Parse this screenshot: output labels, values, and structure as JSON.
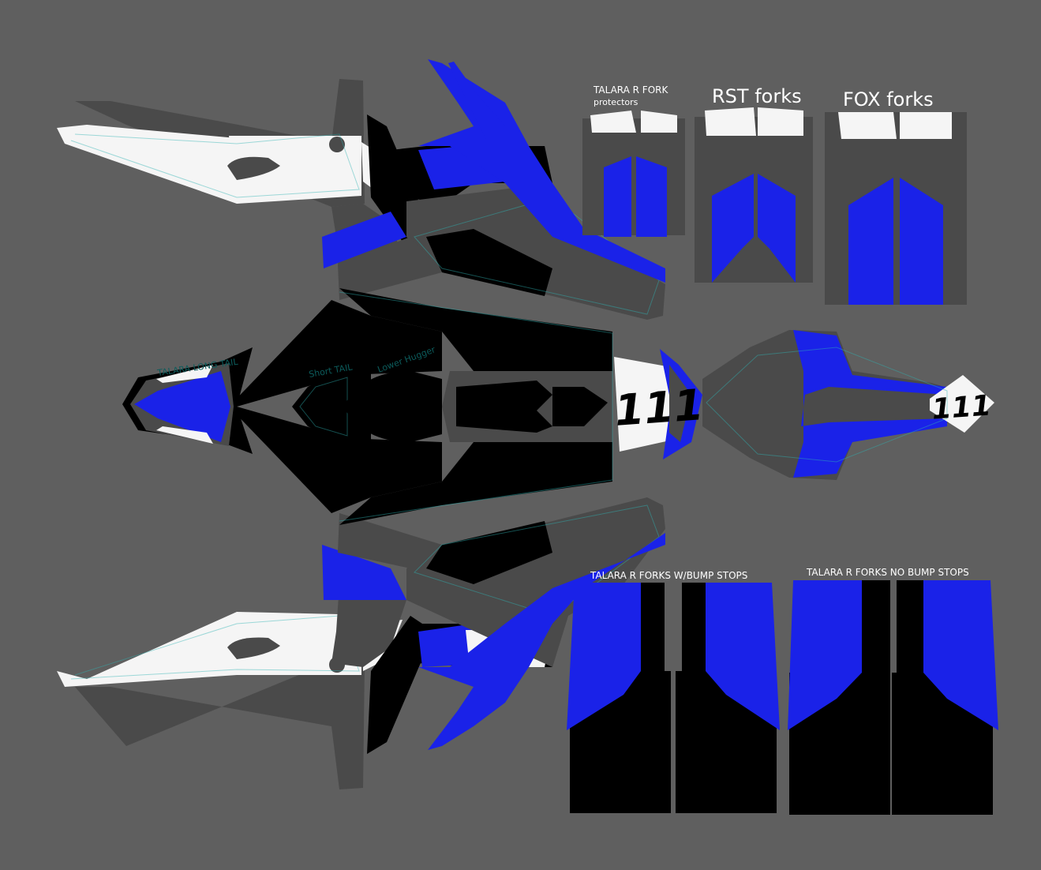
{
  "colors": {
    "background": "#5f5f5f",
    "panel_gray": "#4a4a4a",
    "blue": "#1a22e8",
    "white": "#f5f5f5",
    "black": "#000000",
    "cut_line": "#2fb3b3"
  },
  "labels": {
    "talara_r_fork_line1": "TALARA R FORK",
    "talara_r_fork_line2": "protectors",
    "rst_forks": "RST forks",
    "fox_forks": "FOX forks",
    "talara_long_tail": "TALARA LONG TAIL",
    "short_tail": "Short TAIL",
    "lower_hugger": "Lower Hugger",
    "talara_forks_bump": "TALARA R FORKS W/BUMP STOPS",
    "talara_forks_no_bump": "TALARA R FORKS NO BUMP STOPS"
  },
  "number_plate": {
    "front_number": "111",
    "rear_number": "111"
  }
}
